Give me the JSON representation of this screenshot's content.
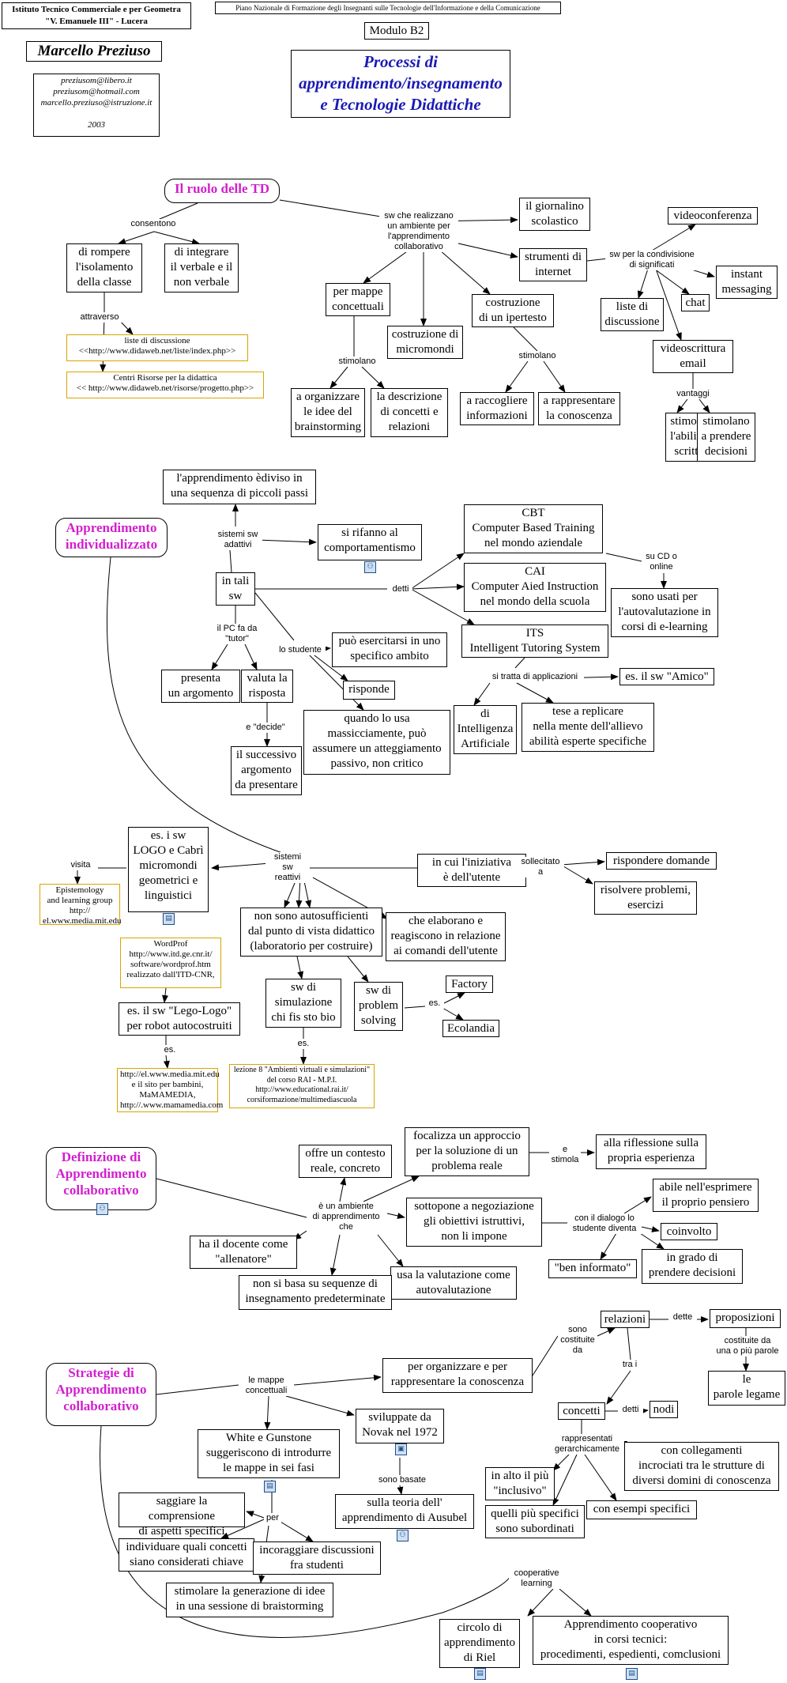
{
  "header": {
    "school": "Istituto Tecnico Commerciale e per Geometra\n\"V. Emanuele III\" - Lucera",
    "program": "Piano Nazionale di Formazione degli Insegnanti sulle Tecnologie dell'Informazione e della Comunicazione",
    "module": "Modulo B2",
    "author": "Marcello Preziuso",
    "contacts": "preziusom@libero.it\npreziusom@hotmail.com\nmarcello.preziuso@istruzione.it\n\n2003",
    "title": "Processi di\napprendimento/insegnamento\ne Tecnologie Didattiche"
  },
  "nodes": {
    "ruolo": "Il ruolo delle TD",
    "rompere": "di rompere\nl'isolamento\ndella classe",
    "integrare": "di integrare\nil verbale e il\nnon verbale",
    "liste_link": "liste di discussione\n<<http://www.didaweb.net/liste/index.php>>",
    "centri_link": "Centri Risorse per la didattica\n<< http://www.didaweb.net/risorse/progetto.php>>",
    "giornalino": "il giornalino\nscolastico",
    "strumenti": "strumenti di\ninternet",
    "videoconferenza": "videoconferenza",
    "instant": "instant\nmessaging",
    "liste_disc": "liste di\ndiscussione",
    "chat": "chat",
    "videoscrittura": "videoscrittura\nemail",
    "stim_scrittura": "stimolano\nl'abilità di\nscrittura",
    "stim_decisioni": "stimolano\na prendere\ndecisioni",
    "mappe_conc": "per mappe\nconcettuali",
    "micromondi": "costruzione di\nmicromondi",
    "ipertesto": "costruzione\ndi un ipertesto",
    "organizzare_idee": "a organizzare\nle idee del\nbrainstorming",
    "descrizione": "la descrizione\ndi concetti e\nrelazioni",
    "raccogliere": "a raccogliere\ninformazioni",
    "rappresentare": "a rappresentare\nla conoscenza",
    "sequenza": "l'apprendimento èdiviso in\nuna sequenza di piccoli passi",
    "individualizzato": "Apprendimento\nindividualizzato",
    "comportamentismo": "si rifanno al\ncomportamentismo",
    "cbt": "CBT\nComputer Based Training\nnel mondo aziendale",
    "cai": "CAI\nComputer Aied Instruction\nnel mondo della scuola",
    "its": "ITS\nIntelligent Tutoring System",
    "autovalutazione": "sono usati per\nl'autovalutazione in\ncorsi di e-learning",
    "in_tali_sw": "in tali\nsw",
    "esercitarsi": "può esercitarsi in uno\nspecifico ambito",
    "risponde": "risponde",
    "massicciamente": "quando lo usa\nmassicciamente, può\nassumere un atteggiamento\npassivo, non critico",
    "presenta": "presenta\nun argomento",
    "valuta": "valuta la\nrisposta",
    "successivo": "il successivo\nargomento\nda presentare",
    "amico": "es. il sw \"Amico\"",
    "intelligenza": "di\nIntelligenza\nArtificiale",
    "replicare": "tese a replicare\nnella mente dell'allievo\nabilità esperte specifiche",
    "logo": "es. i sw\nLOGO e Cabrì\nmicromondi\ngeometrici e\nlinguistici",
    "epistemology": "Epistemology\nand learning group\nhttp://\nel.www.media.mit.edu",
    "wordprof": "WordProf\nhttp://www.itd.ge.cnr.it/\nsoftware/wordprof.htm\nrealizzato dall'ITD-CNR,",
    "lego": "es. il sw \"Lego-Logo\"\nper robot autocostruiti",
    "mit_links": "http://el.www.media.mit.edu\ne il sito per bambini,\nMaMAMEDIA,\nhttp://.www.mamamedia.com",
    "iniziativa": "in cui l'iniziativa\nè dell'utente",
    "rispondere_dom": "rispondere domande",
    "risolvere": "risolvere problemi,\nesercizi",
    "non_auto": "non sono autosufficienti\ndal punto di vista didattico\n(laboratorio per costruire)",
    "elaborano": "che elaborano e\nreagiscono in relazione\nai  comandi dell'utente",
    "simulazione": "sw di\nsimulazione\nchi fis sto bio",
    "problem": "sw di\nproblem\nsolving",
    "factory": "Factory",
    "ecolandia": "Ecolandia",
    "lezione8": "lezione 8 \"Ambienti virtuali e simulazioni\"\ndel corso RAI - M.P.I.\nhttp://www.educational.rai.it/\ncorsiformazione/multimediascuola",
    "definizione": "Definizione di\nApprendimento\ncollaborativo",
    "contesto": "offre un contesto\nreale, concreto",
    "focalizza": "focalizza un approccio\nper la soluzione di un\nproblema reale",
    "riflessione": "alla riflessione sulla\npropria esperienza",
    "negoziazione": "sottopone a negoziazione\ngli obiettivi istruttivi,\nnon li impone",
    "abile": "abile nell'esprimere\nil proprio pensiero",
    "coinvolto": "coinvolto",
    "informato": "\"ben informato\"",
    "decisioni": "in grado di\nprendere decisioni",
    "allenatore": "ha il docente come\n\"allenatore\"",
    "autovalutaz2": "usa la valutazione come\nautovalutazione",
    "sequenze": "non si basa su sequenze di\ninsegnamento predeterminate",
    "strategie": "Strategie di\nApprendimento\ncollaborativo",
    "organizzare_conosc": "per organizzare e per\nrappresentare la conoscenza",
    "relazioni": "relazioni",
    "proposizioni": "proposizioni",
    "parole_legame": "le\nparole legame",
    "concetti": "concetti",
    "nodi": "nodi",
    "novak": "sviluppate da\nNovak nel 1972",
    "white": "White e Gunstone\nsuggeriscono di introdurre\nle mappe in sei fasi",
    "collegamenti": "con collegamenti\nincrociati tra le strutture di\ndiversi domini di conoscenza",
    "inclusivo": "in alto il più\n\"inclusivo\"",
    "subordinati": "quelli più specifici\nsono subordinati",
    "esempi": "con esempi specifici",
    "ausubel": "sulla teoria dell'\napprendimento di Ausubel",
    "saggiare": "saggiare la comprensione\ndi aspetti specifici",
    "individuare": "individuare quali concetti\nsiano considerati chiave",
    "incoraggiare": "incoraggiare discussioni\nfra studenti",
    "brainstorming": "stimolare la generazione di idee\nin una sessione di braistorming",
    "riel": "circolo di\napprendimento\ndi Riel",
    "cooperativo": "Apprendimento cooperativo\nin corsi tecnici:\nprocedimenti, espedienti, comclusioni"
  },
  "links": {
    "consentono": "consentono",
    "attraverso": "attraverso",
    "sw_ambiente": "sw che realizzano\nun ambiente per\nl'apprendimento\ncollaborativo",
    "sw_condivisione": "sw per la condivisione\ndi significati",
    "vantaggi": "vantaggi",
    "stimolano1": "stimolano",
    "stimolano2": "stimolano",
    "sistemi_adattivi": "sistemi sw\nadattivi",
    "detti": "detti",
    "su_cd": "su CD o\nonline",
    "pc_tutor": "il PC fa da\n\"tutor\"",
    "lo_studente": "lo studente",
    "e_decide": "e \"decide\"",
    "applicazioni": "si tratta di applicazioni",
    "visita": "visita",
    "sistemi_reattivi": "sistemi\nsw\nreattivi",
    "sollecitato": "sollecitato\na",
    "es1": "es.",
    "es2": "es.",
    "es3": "es.",
    "ambiente_appr": "è un ambiente\ndi apprendimento\nche",
    "e_stimola": "e\nstimola",
    "dialogo": "con il dialogo lo\nstudente diventa",
    "mappe_concettuali": "le mappe\nconcettuali",
    "costituite": "sono\ncostituite\nda",
    "tra_i": "tra i",
    "dette": "dette",
    "costituite_parole": "costituite da\nuna o più parole",
    "detti2": "detti",
    "gerarchicamente": "rappresentati\ngerarchicamente",
    "basate": "sono basate",
    "per": "per",
    "cooperative": "cooperative\nlearning"
  }
}
